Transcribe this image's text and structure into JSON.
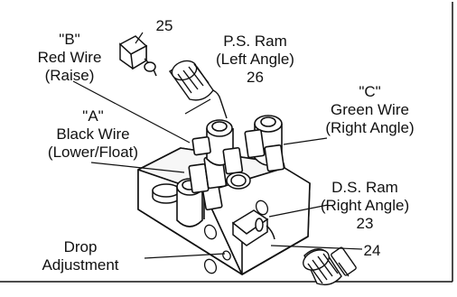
{
  "diagram": {
    "labels": {
      "b": "\"B\"\nRed Wire\n(Raise)",
      "a": "\"A\"\nBlack Wire\n(Lower/Float)",
      "ps_ram": "P.S. Ram\n(Left Angle)\n26",
      "c": "\"C\"\nGreen Wire\n(Right Angle)",
      "ds_ram": "D.S. Ram\n(Right Angle)\n23",
      "drop": "Drop\nAdjustment",
      "part_25": "25",
      "part_24": "24"
    },
    "colors": {
      "stroke": "#111111",
      "fill": "#ffffff",
      "shade": "#e9e9e9"
    }
  }
}
